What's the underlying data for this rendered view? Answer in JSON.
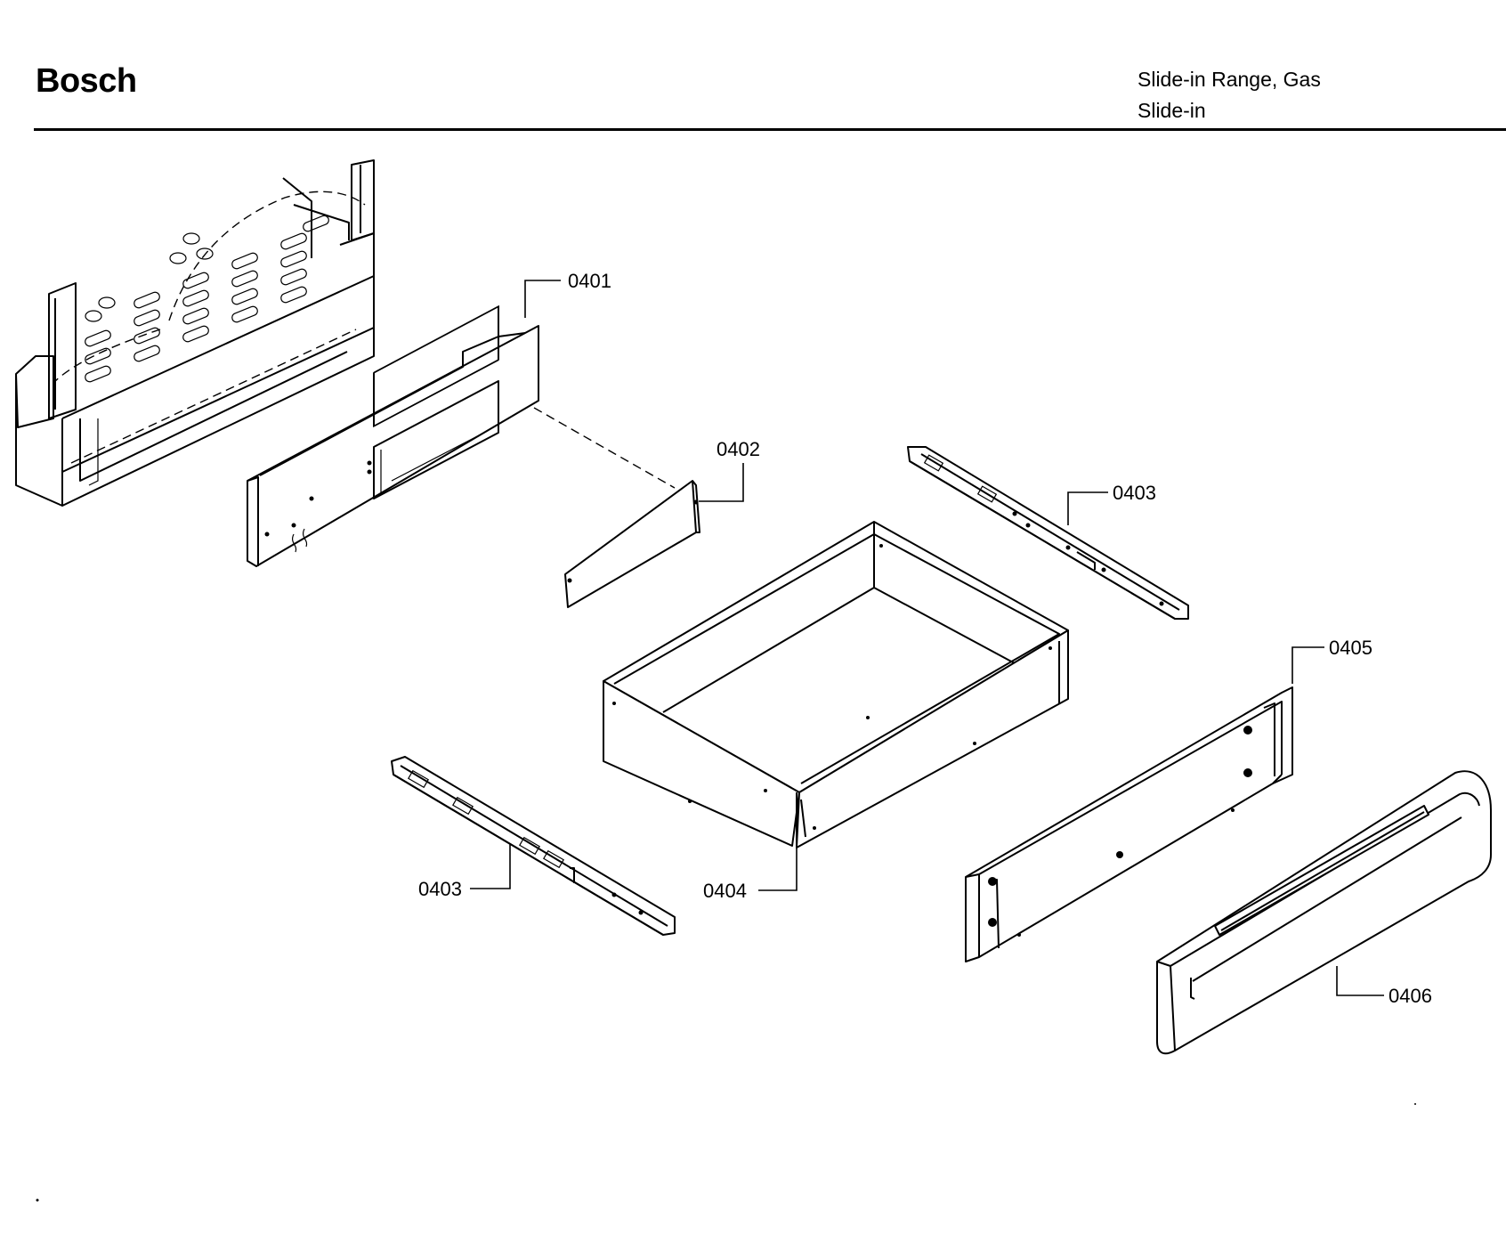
{
  "header": {
    "brand": "Bosch",
    "model_line1": "Slide-in Range, Gas",
    "model_line2": "Slide-in"
  },
  "parts": [
    {
      "id": "0401"
    },
    {
      "id": "0402"
    },
    {
      "id": "0403"
    },
    {
      "id": "0403"
    },
    {
      "id": "0404"
    },
    {
      "id": "0405"
    },
    {
      "id": "0406"
    }
  ]
}
